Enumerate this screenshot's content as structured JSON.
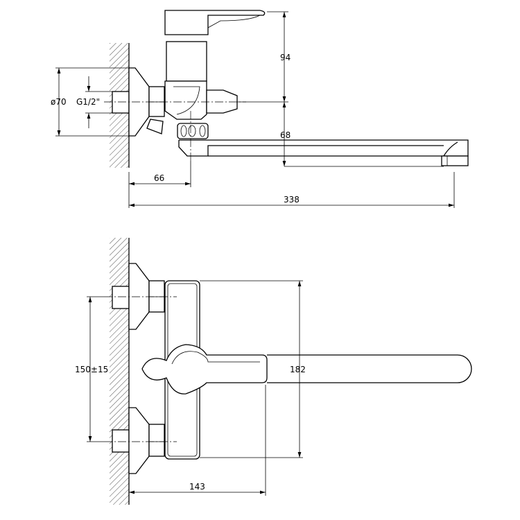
{
  "side_view": {
    "dimensions": {
      "handle_height": "94",
      "spout_height": "68",
      "diameter_flange": "ø70",
      "thread": "G1/2\"",
      "wall_to_body": "66",
      "total_reach": "338"
    }
  },
  "front_view": {
    "dimensions": {
      "center_distance": "150±15",
      "body_height": "182",
      "wall_to_handle": "143"
    }
  },
  "colors": {
    "line": "#000000",
    "background": "#ffffff"
  }
}
